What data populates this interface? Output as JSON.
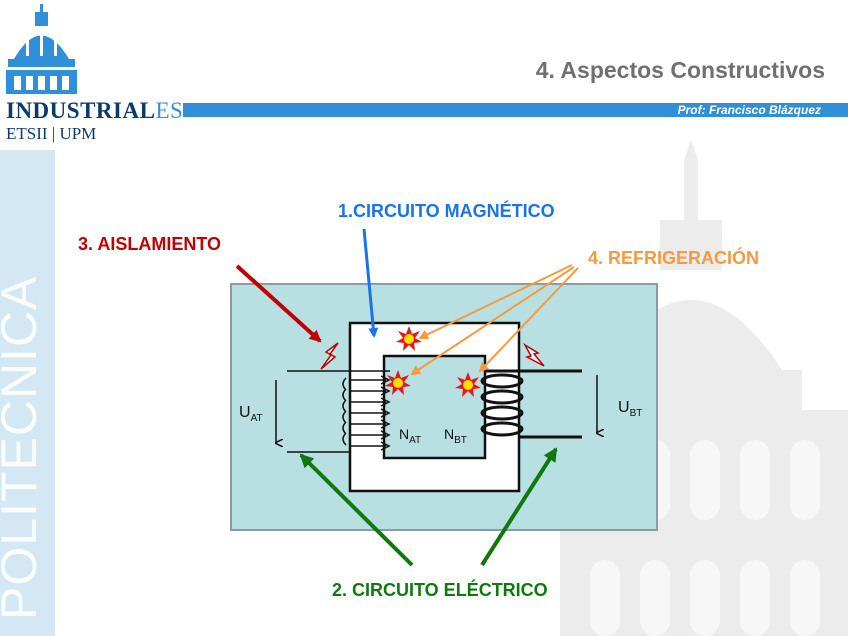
{
  "header": {
    "brand_main": "INDUSTRIAL",
    "brand_suffix": "ES",
    "brand_sub": "ETSII | UPM",
    "side_text": "POLITÉCNICA",
    "title": "4. Aspectos Constructivos",
    "author": "Prof: Francisco Blázquez"
  },
  "diagram": {
    "label_magnetic": "1.CIRCUITO  MAGNÉTICO",
    "label_electric": "2. CIRCUITO  ELÉCTRICO",
    "label_insulation": "3. AISLAMIENTO",
    "label_cooling": "4. REFRIGERACIÓN",
    "u_at": {
      "main": "U",
      "sub": "AT"
    },
    "u_bt": {
      "main": "U",
      "sub": "BT"
    },
    "n_at": {
      "main": "N",
      "sub": "AT"
    },
    "n_bt": {
      "main": "N",
      "sub": "BT"
    }
  },
  "colors": {
    "header_bar": "#2f8fd8",
    "tank": "#b8e0e3",
    "magnetic": "#1a73e8",
    "electric": "#0e7a0e",
    "insulation": "#c00000",
    "cooling": "#f79a3e",
    "hotspot": "#e8141e"
  }
}
